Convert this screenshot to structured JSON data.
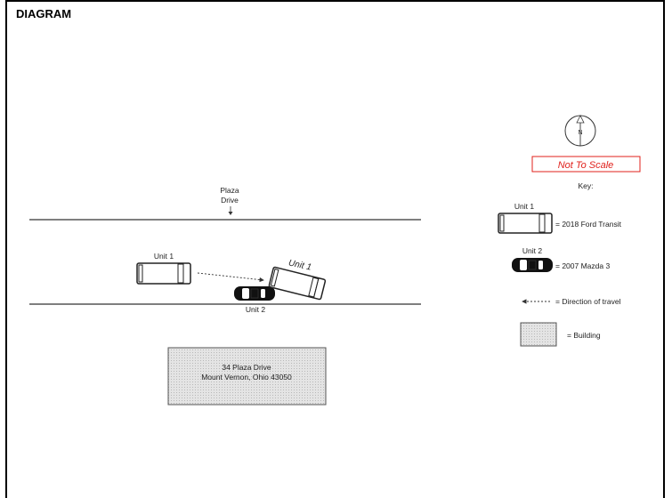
{
  "header": "DIAGRAM",
  "road": {
    "name_line1": "Plaza",
    "name_line2": "Drive"
  },
  "scene": {
    "unit1_before_label": "Unit 1",
    "unit1_after_label": "Unit 1",
    "unit2_label": "Unit 2"
  },
  "building": {
    "line1": "34 Plaza Drive",
    "line2": "Mount Vernon, Ohio 43050"
  },
  "compass": {
    "letter": "N"
  },
  "scale_note": "Not To Scale",
  "key": {
    "title": "Key:",
    "unit1_label": "Unit 1",
    "unit1_desc": "= 2018 Ford Transit",
    "unit2_label": "Unit 2",
    "unit2_desc": "= 2007 Mazda 3",
    "direction_desc": "= Direction of travel",
    "building_desc": "= Building"
  },
  "colors": {
    "scale_note_text": "#e0201b",
    "scale_note_border": "#e0201b",
    "building_fill": "#e4e4e4"
  }
}
